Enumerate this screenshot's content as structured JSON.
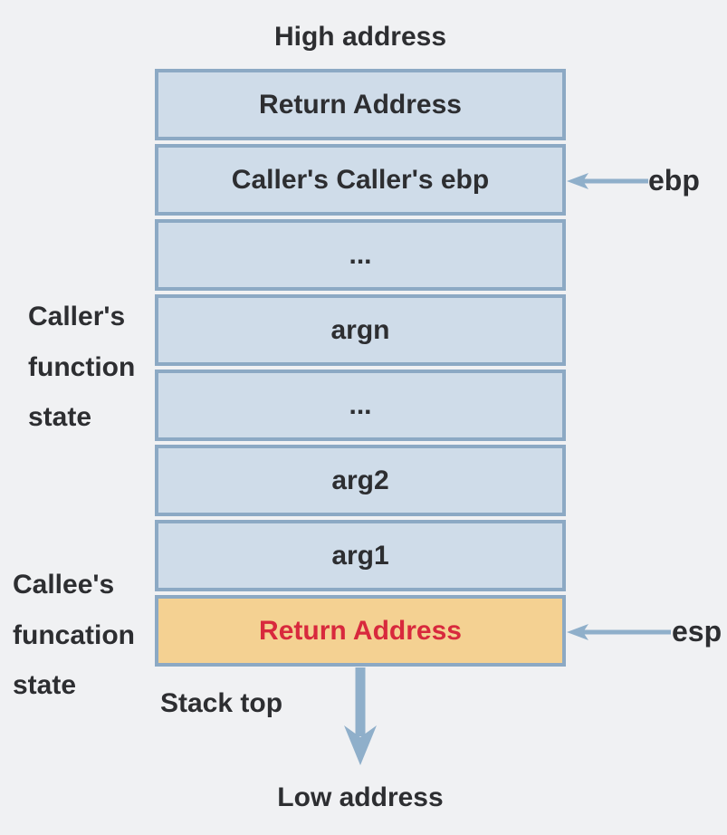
{
  "titles": {
    "high_address": "High address",
    "low_address": "Low address",
    "stack_top": "Stack top"
  },
  "stack": {
    "cells": [
      {
        "label": "Return Address",
        "variant": "blue"
      },
      {
        "label": "Caller's Caller's ebp",
        "variant": "blue",
        "pointer": "ebp"
      },
      {
        "label": "...",
        "variant": "blue"
      },
      {
        "label": "argn",
        "variant": "blue"
      },
      {
        "label": "...",
        "variant": "blue"
      },
      {
        "label": "arg2",
        "variant": "blue"
      },
      {
        "label": "arg1",
        "variant": "blue"
      },
      {
        "label": "Return Address",
        "variant": "orange",
        "pointer": "esp"
      }
    ]
  },
  "side_labels": {
    "caller": "Caller's\nfunction\nstate",
    "callee": "Callee's\nfuncation\nstate"
  },
  "pointers": {
    "ebp": "ebp",
    "esp": "esp"
  },
  "icons": {
    "ebp_arrow": "left-arrow-icon",
    "esp_arrow": "left-arrow-icon",
    "growth_arrow": "down-arrow-icon"
  },
  "colors": {
    "background": "#f0f1f3",
    "cell_fill": "#cfdce9",
    "cell_border": "#8ca9c4",
    "highlight_fill": "#f4d192",
    "highlight_text": "#d8293d",
    "arrow": "#8fafca",
    "text": "#2d2e31"
  }
}
